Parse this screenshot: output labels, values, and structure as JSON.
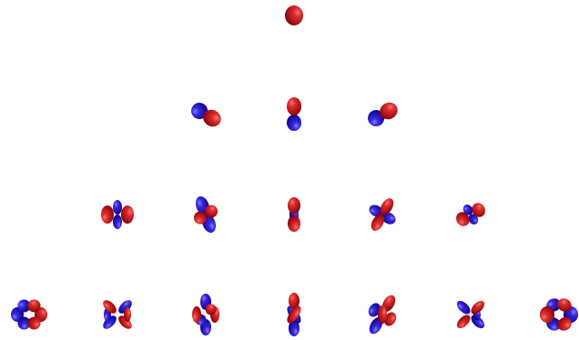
{
  "diagram": {
    "type": "spherical-harmonics-pyramid",
    "colors": {
      "positive_lobe": "#d01b22",
      "negative_lobe": "#2a1fd2",
      "background": "#ffffff"
    },
    "rows": [
      {
        "l": 0,
        "orbitals": [
          {
            "m": 0
          }
        ]
      },
      {
        "l": 1,
        "orbitals": [
          {
            "m": -1
          },
          {
            "m": 0
          },
          {
            "m": 1
          }
        ]
      },
      {
        "l": 2,
        "orbitals": [
          {
            "m": -2
          },
          {
            "m": -1
          },
          {
            "m": 0
          },
          {
            "m": 1
          },
          {
            "m": 2
          }
        ]
      },
      {
        "l": 3,
        "orbitals": [
          {
            "m": -3
          },
          {
            "m": -2
          },
          {
            "m": -1
          },
          {
            "m": 0
          },
          {
            "m": 1
          },
          {
            "m": 2
          },
          {
            "m": 3
          }
        ]
      }
    ]
  }
}
